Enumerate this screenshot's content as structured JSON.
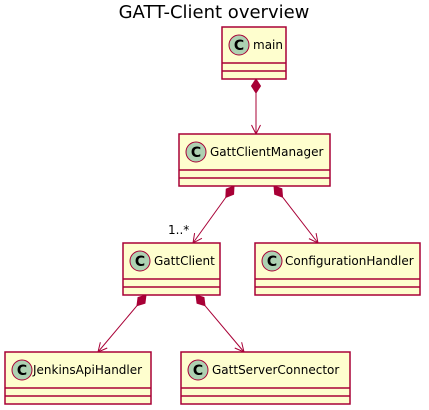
{
  "diagram": {
    "title": "GATT-Client overview",
    "colors": {
      "class_fill": "#FEFECE",
      "class_border": "#A80036",
      "edge": "#A80036",
      "stereotype_circle": "#ADD1B2",
      "stereotype_letter": "#000000"
    },
    "class_stereotype_letter": "C",
    "classes": [
      {
        "id": "main",
        "name": "main"
      },
      {
        "id": "manager",
        "name": "GattClientManager"
      },
      {
        "id": "client",
        "name": "GattClient"
      },
      {
        "id": "config",
        "name": "ConfigurationHandler"
      },
      {
        "id": "jenkins",
        "name": "JenkinsApiHandler"
      },
      {
        "id": "server",
        "name": "GattServerConnector"
      }
    ],
    "relations": [
      {
        "from": "main",
        "to": "manager",
        "type": "composition",
        "multiplicity": ""
      },
      {
        "from": "manager",
        "to": "client",
        "type": "composition",
        "multiplicity": "1..*"
      },
      {
        "from": "manager",
        "to": "config",
        "type": "composition",
        "multiplicity": ""
      },
      {
        "from": "client",
        "to": "jenkins",
        "type": "composition",
        "multiplicity": ""
      },
      {
        "from": "client",
        "to": "server",
        "type": "composition",
        "multiplicity": ""
      }
    ]
  }
}
